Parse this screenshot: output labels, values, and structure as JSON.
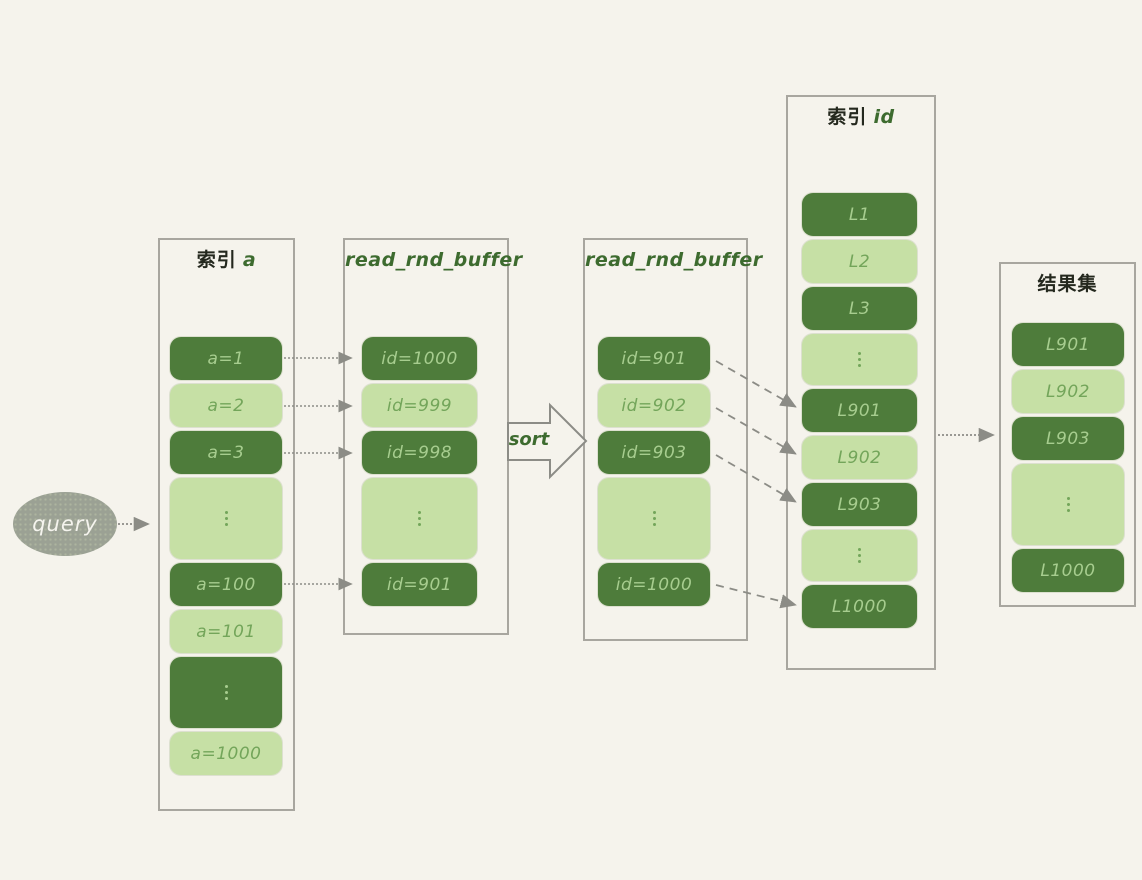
{
  "query": {
    "label": "query"
  },
  "sort": {
    "label": "sort"
  },
  "columns": [
    {
      "id": "index-a",
      "title_zh": "索引",
      "title_latin": "a",
      "cells": [
        {
          "label": "a=1",
          "variant": "dark",
          "kind": "value",
          "size": "md"
        },
        {
          "label": "a=2",
          "variant": "light",
          "kind": "value",
          "size": "md"
        },
        {
          "label": "a=3",
          "variant": "dark",
          "kind": "value",
          "size": "md"
        },
        {
          "label": "⋮",
          "variant": "light",
          "kind": "dots",
          "size": "tall"
        },
        {
          "label": "a=100",
          "variant": "dark",
          "kind": "value",
          "size": "md"
        },
        {
          "label": "a=101",
          "variant": "light",
          "kind": "value",
          "size": "md"
        },
        {
          "label": "⋮",
          "variant": "dark",
          "kind": "dots",
          "size": "tall2"
        },
        {
          "label": "a=1000",
          "variant": "light",
          "kind": "value",
          "size": "md"
        }
      ]
    },
    {
      "id": "read-rnd-buffer-unsorted",
      "title_zh": "",
      "title_latin": "read_rnd_buffer",
      "cells": [
        {
          "label": "id=1000",
          "variant": "dark",
          "kind": "value",
          "size": "md"
        },
        {
          "label": "id=999",
          "variant": "light",
          "kind": "value",
          "size": "md"
        },
        {
          "label": "id=998",
          "variant": "dark",
          "kind": "value",
          "size": "md"
        },
        {
          "label": "⋮",
          "variant": "light",
          "kind": "dots",
          "size": "tall"
        },
        {
          "label": "id=901",
          "variant": "dark",
          "kind": "value",
          "size": "md"
        }
      ]
    },
    {
      "id": "read-rnd-buffer-sorted",
      "title_zh": "",
      "title_latin": "read_rnd_buffer",
      "cells": [
        {
          "label": "id=901",
          "variant": "dark",
          "kind": "value",
          "size": "md"
        },
        {
          "label": "id=902",
          "variant": "light",
          "kind": "value",
          "size": "md"
        },
        {
          "label": "id=903",
          "variant": "dark",
          "kind": "value",
          "size": "md"
        },
        {
          "label": "⋮",
          "variant": "light",
          "kind": "dots",
          "size": "tall"
        },
        {
          "label": "id=1000",
          "variant": "dark",
          "kind": "value",
          "size": "md"
        }
      ]
    },
    {
      "id": "index-id",
      "title_zh": "索引",
      "title_latin": "id",
      "cells": [
        {
          "label": "L1",
          "variant": "dark",
          "kind": "value",
          "size": "md"
        },
        {
          "label": "L2",
          "variant": "light",
          "kind": "value",
          "size": "md"
        },
        {
          "label": "L3",
          "variant": "dark",
          "kind": "value",
          "size": "md"
        },
        {
          "label": "⋮",
          "variant": "light",
          "kind": "dots",
          "size": "sm"
        },
        {
          "label": "L901",
          "variant": "dark",
          "kind": "value",
          "size": "md"
        },
        {
          "label": "L902",
          "variant": "light",
          "kind": "value",
          "size": "md"
        },
        {
          "label": "L903",
          "variant": "dark",
          "kind": "value",
          "size": "md"
        },
        {
          "label": "⋮",
          "variant": "light",
          "kind": "dots",
          "size": "sm"
        },
        {
          "label": "L1000",
          "variant": "dark",
          "kind": "value",
          "size": "md"
        }
      ]
    },
    {
      "id": "result-set",
      "title_zh": "结果集",
      "title_latin": "",
      "cells": [
        {
          "label": "L901",
          "variant": "dark",
          "kind": "value",
          "size": "md"
        },
        {
          "label": "L902",
          "variant": "light",
          "kind": "value",
          "size": "md"
        },
        {
          "label": "L903",
          "variant": "dark",
          "kind": "value",
          "size": "md"
        },
        {
          "label": "⋮",
          "variant": "light",
          "kind": "dots",
          "size": "tall"
        },
        {
          "label": "L1000",
          "variant": "dark",
          "kind": "value",
          "size": "md"
        }
      ]
    }
  ],
  "colors": {
    "background": "#f5f3ec",
    "cell_dark": "#4e7c3b",
    "cell_light": "#c6e0a5",
    "text_on_dark": "#a7cd8f",
    "text_on_light": "#73a55a",
    "title_green": "#3d6b2f",
    "title_ink": "#24281e",
    "box_border_gray": "#a8a69f",
    "arrow_gray": "#8c8c86",
    "query_fill": "#9ba194"
  }
}
